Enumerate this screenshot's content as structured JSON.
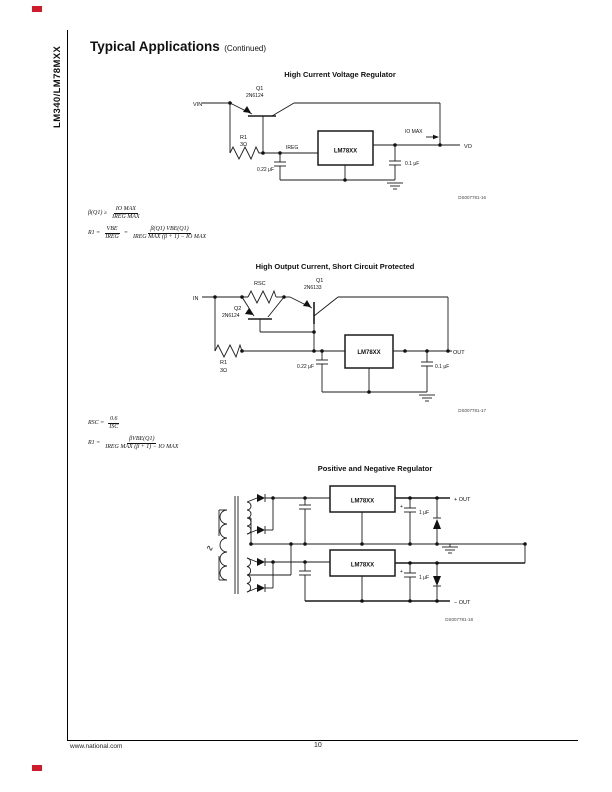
{
  "colors": {
    "registration_red": "#cf1b2b"
  },
  "sidebar": {
    "part_number": "LM340/LM78MXX"
  },
  "header": {
    "title": "Typical Applications",
    "continued": "(Continued)"
  },
  "footer": {
    "site": "www.national.com",
    "page_number": "10"
  },
  "fig1": {
    "title": "High Current Voltage Regulator",
    "vin": "VIN",
    "q_ref": "Q1",
    "q_part": "2N6124",
    "r_ref": "R1",
    "r_val": "3Ω",
    "ireg": "IREG",
    "cin": "0.22 μF",
    "reg": "LM78XX",
    "cout": "0.1 μF",
    "io": "IO MAX",
    "vo": "VO",
    "fig_id": "DS007781-16"
  },
  "eq1": {
    "l1_lhs": "β(Q1) ≥",
    "l1_num": "IO MAX",
    "l1_den": "IREG MAX",
    "l2_lhs": "R1 =",
    "l2_num1": "VBE",
    "l2_den1": "IREG",
    "l2_eq": "=",
    "l2_num2": "β(Q1) VBE(Q1)",
    "l2_den2": "IREG MAX (β + 1) − IO MAX"
  },
  "fig2": {
    "title": "High Output Current, Short Circuit Protected",
    "in": "IN",
    "rsc": "RSC",
    "q1_ref": "Q1",
    "q1_part": "2N6133",
    "q2_ref": "Q2",
    "q2_part": "2N6124",
    "r_ref": "R1",
    "r_val": "3Ω",
    "cin": "0.22 μF",
    "reg": "LM78XX",
    "cout": "0.1 μF",
    "out": "OUT",
    "fig_id": "DS007781-17"
  },
  "eq2": {
    "l1_lhs": "RSC =",
    "l1_num": "0.6",
    "l1_den": "ISC",
    "l2_lhs": "R1 =",
    "l2_num": "βVBE(Q1)",
    "l2_den": "IREG MAX (β + 1) − IO MAX"
  },
  "fig3": {
    "title": "Positive and Negative Regulator",
    "ac": "∿",
    "reg_top": "LM78XX",
    "reg_bot": "LM78XX",
    "plus_top": "+",
    "cap_top": "1 μF",
    "plus_bot": "+",
    "cap_bot": "1 μF",
    "out_pos": "+ OUT",
    "out_neg": "− OUT",
    "fig_id": "DS007781-18"
  }
}
